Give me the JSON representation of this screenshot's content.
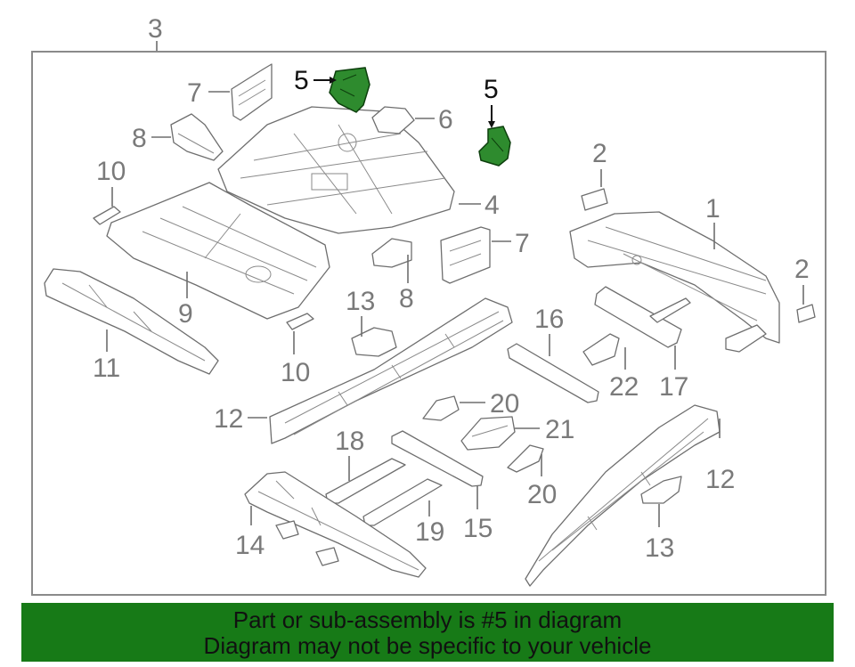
{
  "diagram": {
    "assembly_label": "3",
    "highlight_color": "#2e8b2e",
    "banner_color": "#177a17",
    "callouts": [
      {
        "id": "c3",
        "text": "3"
      },
      {
        "id": "c5a",
        "text": "5",
        "highlight": true
      },
      {
        "id": "c5b",
        "text": "5",
        "highlight": true
      },
      {
        "id": "c6",
        "text": "6"
      },
      {
        "id": "c7a",
        "text": "7"
      },
      {
        "id": "c7b",
        "text": "7"
      },
      {
        "id": "c8a",
        "text": "8"
      },
      {
        "id": "c8b",
        "text": "8"
      },
      {
        "id": "c10a",
        "text": "10"
      },
      {
        "id": "c10b",
        "text": "10"
      },
      {
        "id": "c4",
        "text": "4"
      },
      {
        "id": "c2a",
        "text": "2"
      },
      {
        "id": "c2b",
        "text": "2"
      },
      {
        "id": "c1",
        "text": "1"
      },
      {
        "id": "c9",
        "text": "9"
      },
      {
        "id": "c11",
        "text": "11"
      },
      {
        "id": "c13a",
        "text": "13"
      },
      {
        "id": "c13b",
        "text": "13"
      },
      {
        "id": "c16",
        "text": "16"
      },
      {
        "id": "c22",
        "text": "22"
      },
      {
        "id": "c17",
        "text": "17"
      },
      {
        "id": "c12a",
        "text": "12"
      },
      {
        "id": "c12b",
        "text": "12"
      },
      {
        "id": "c20a",
        "text": "20"
      },
      {
        "id": "c20b",
        "text": "20"
      },
      {
        "id": "c21",
        "text": "21"
      },
      {
        "id": "c18",
        "text": "18"
      },
      {
        "id": "c14",
        "text": "14"
      },
      {
        "id": "c19",
        "text": "19"
      },
      {
        "id": "c15",
        "text": "15"
      }
    ]
  },
  "banner": {
    "line1": "Part or sub-assembly is #5 in diagram",
    "line2": "Diagram may not be specific to your vehicle"
  }
}
